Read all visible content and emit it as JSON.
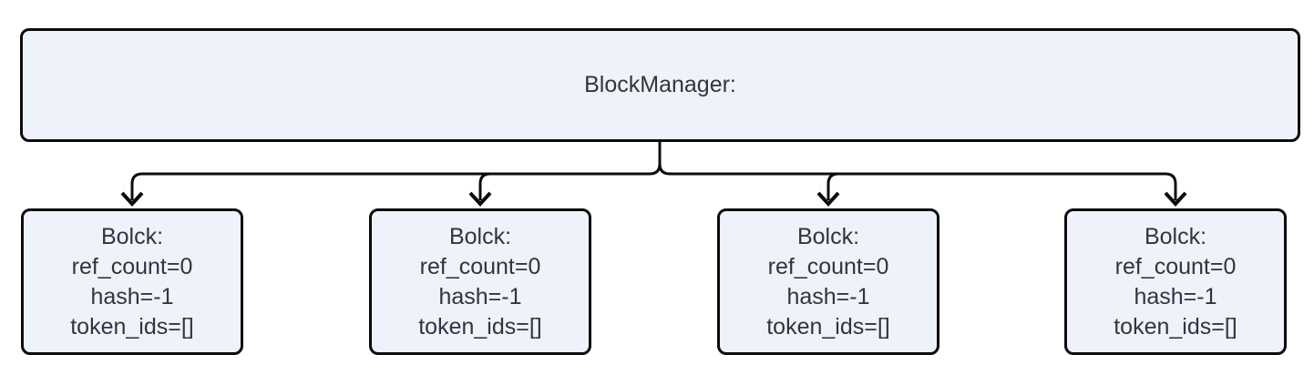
{
  "colors": {
    "node-fill": "#eef2fb",
    "node-border": "#0c0c0c",
    "node-text": "#30353f",
    "connector": "#0c0c0c",
    "canvas-bg": "#ffffff"
  },
  "root": {
    "title": "BlockManager:"
  },
  "blocks": [
    {
      "title": "Bolck:",
      "lines": [
        "ref_count=0",
        "hash=-1",
        "token_ids=[]"
      ]
    },
    {
      "title": "Bolck:",
      "lines": [
        "ref_count=0",
        "hash=-1",
        "token_ids=[]"
      ]
    },
    {
      "title": "Bolck:",
      "lines": [
        "ref_count=0",
        "hash=-1",
        "token_ids=[]"
      ]
    },
    {
      "title": "Bolck:",
      "lines": [
        "ref_count=0",
        "hash=-1",
        "token_ids=[]"
      ]
    }
  ]
}
